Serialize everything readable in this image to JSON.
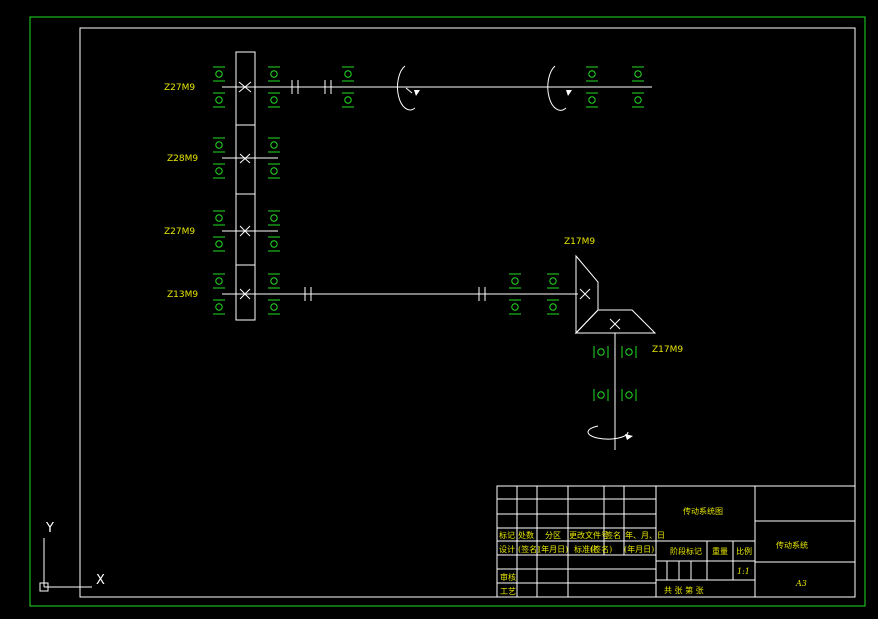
{
  "colors": {
    "background": "#000000",
    "outer_border": "#22dd22",
    "line": "#ffffff",
    "bearing": "#22dd22",
    "label": "#e6e600"
  },
  "gear_labels": {
    "g1": "Z27M9",
    "g2": "Z28M9",
    "g3": "Z27M9",
    "g4": "Z13M9",
    "bevel_top": "Z17M9",
    "bevel_right": "Z17M9"
  },
  "title_block": {
    "drawing_name": "传动系统图",
    "system_name": "传动系统",
    "sheet_size": "A3",
    "scale": "1:1",
    "row_headers": [
      "标记",
      "处数",
      "分区",
      "更改文件号",
      "签名",
      "年、月、日"
    ],
    "row_design": [
      "设计",
      "(签名)",
      "(年月日)",
      "标准化",
      "(签名)",
      "(年月日)"
    ],
    "stage_mark": "阶段标记",
    "weight": "重量",
    "ratio": "比例",
    "review": "审核",
    "process": "工艺",
    "sheets": "共  张  第  张"
  },
  "ucs": {
    "x_label": "X",
    "y_label": "Y"
  }
}
